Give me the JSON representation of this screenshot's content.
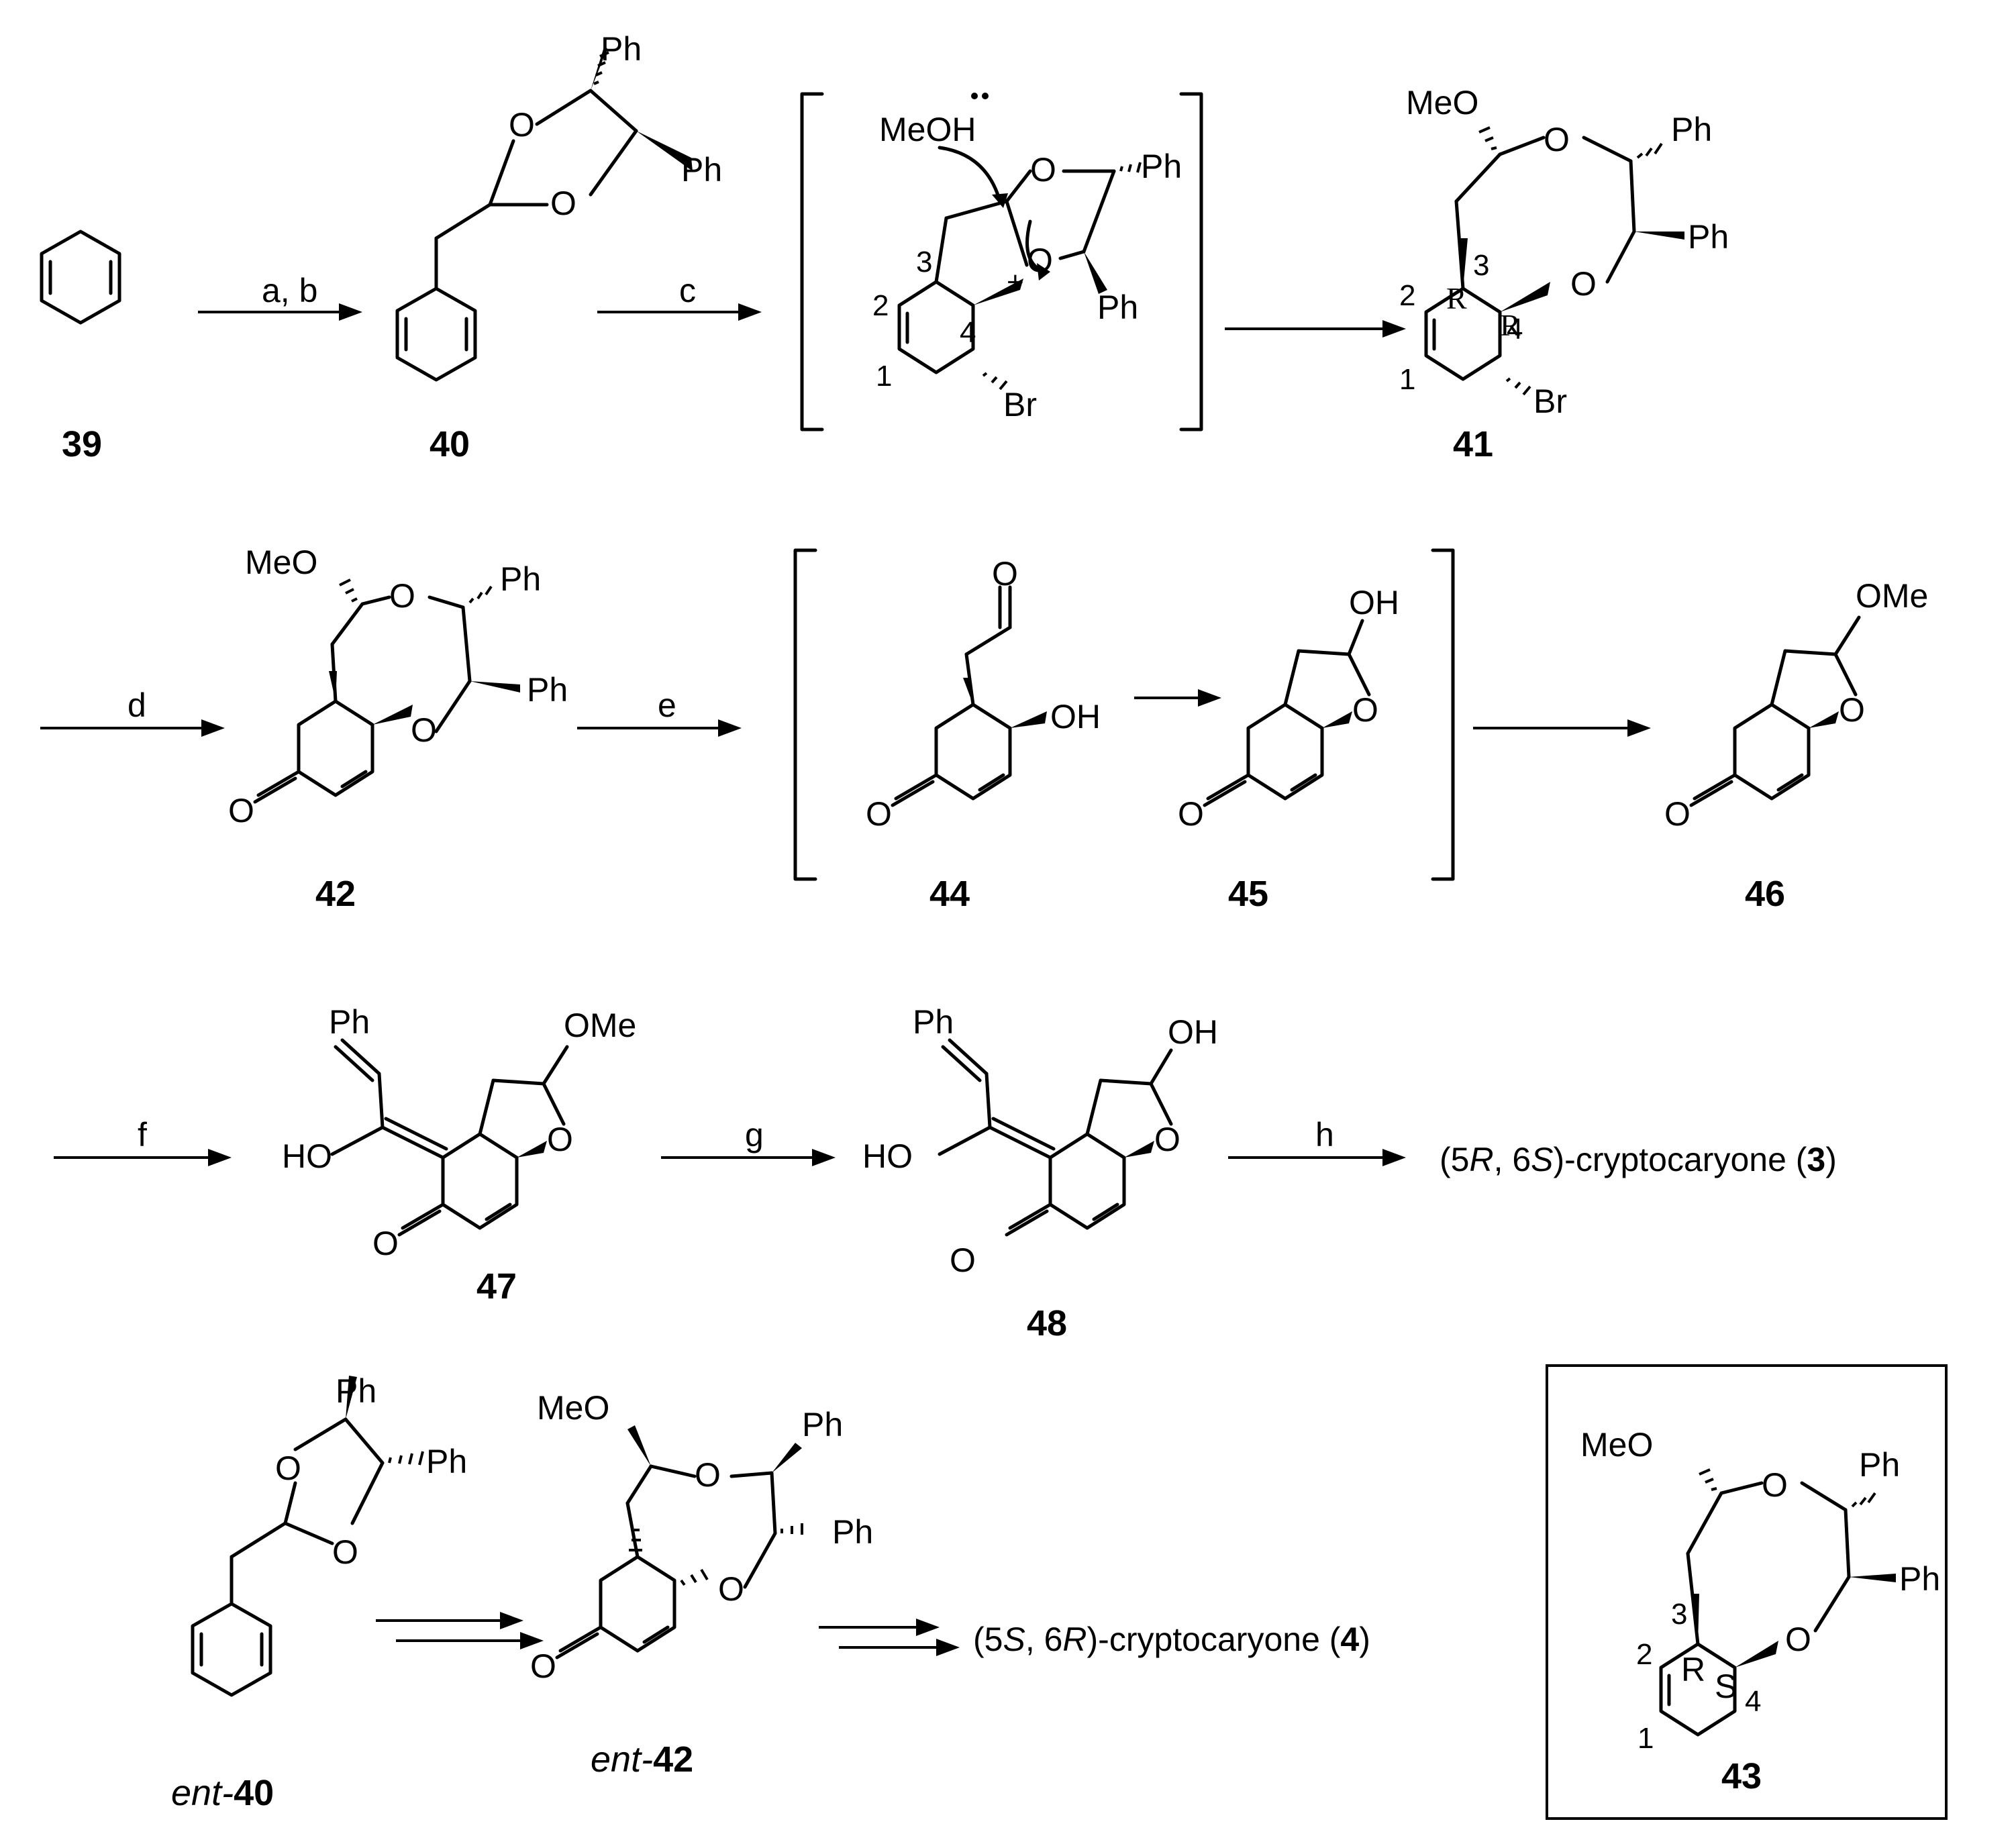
{
  "steps": {
    "ab": "a, b",
    "c": "c",
    "d": "d",
    "e": "e",
    "f": "f",
    "g": "g",
    "h": "h"
  },
  "compounds": {
    "c39": "39",
    "c40": "40",
    "c41": "41",
    "c42": "42",
    "c43": "43",
    "c44": "44",
    "c45": "45",
    "c46": "46",
    "c47": "47",
    "c48": "48",
    "ent40_prefix": "ent-",
    "ent40_num": "40",
    "ent42_prefix": "ent-",
    "ent42_num": "42"
  },
  "atoms": {
    "Ph": "Ph",
    "O": "O",
    "MeO": "MeO",
    "OMe": "OMe",
    "OH": "OH",
    "HO": "HO",
    "Br": "Br",
    "MeOH": "MeOH",
    "plus": "+"
  },
  "locants": {
    "n1": "1",
    "n2": "2",
    "n3": "3",
    "n4": "4",
    "R": "R",
    "S": "S"
  },
  "products": {
    "p3": {
      "a": "(5",
      "b": "R",
      "c": ", 6",
      "d": "S",
      "e": ")-cryptocaryone (",
      "f": "3",
      "g": ")"
    },
    "p4": {
      "a": "(5",
      "b": "S",
      "c": ", 6",
      "d": "R",
      "e": ")-cryptocaryone (",
      "f": "4",
      "g": ")"
    }
  }
}
